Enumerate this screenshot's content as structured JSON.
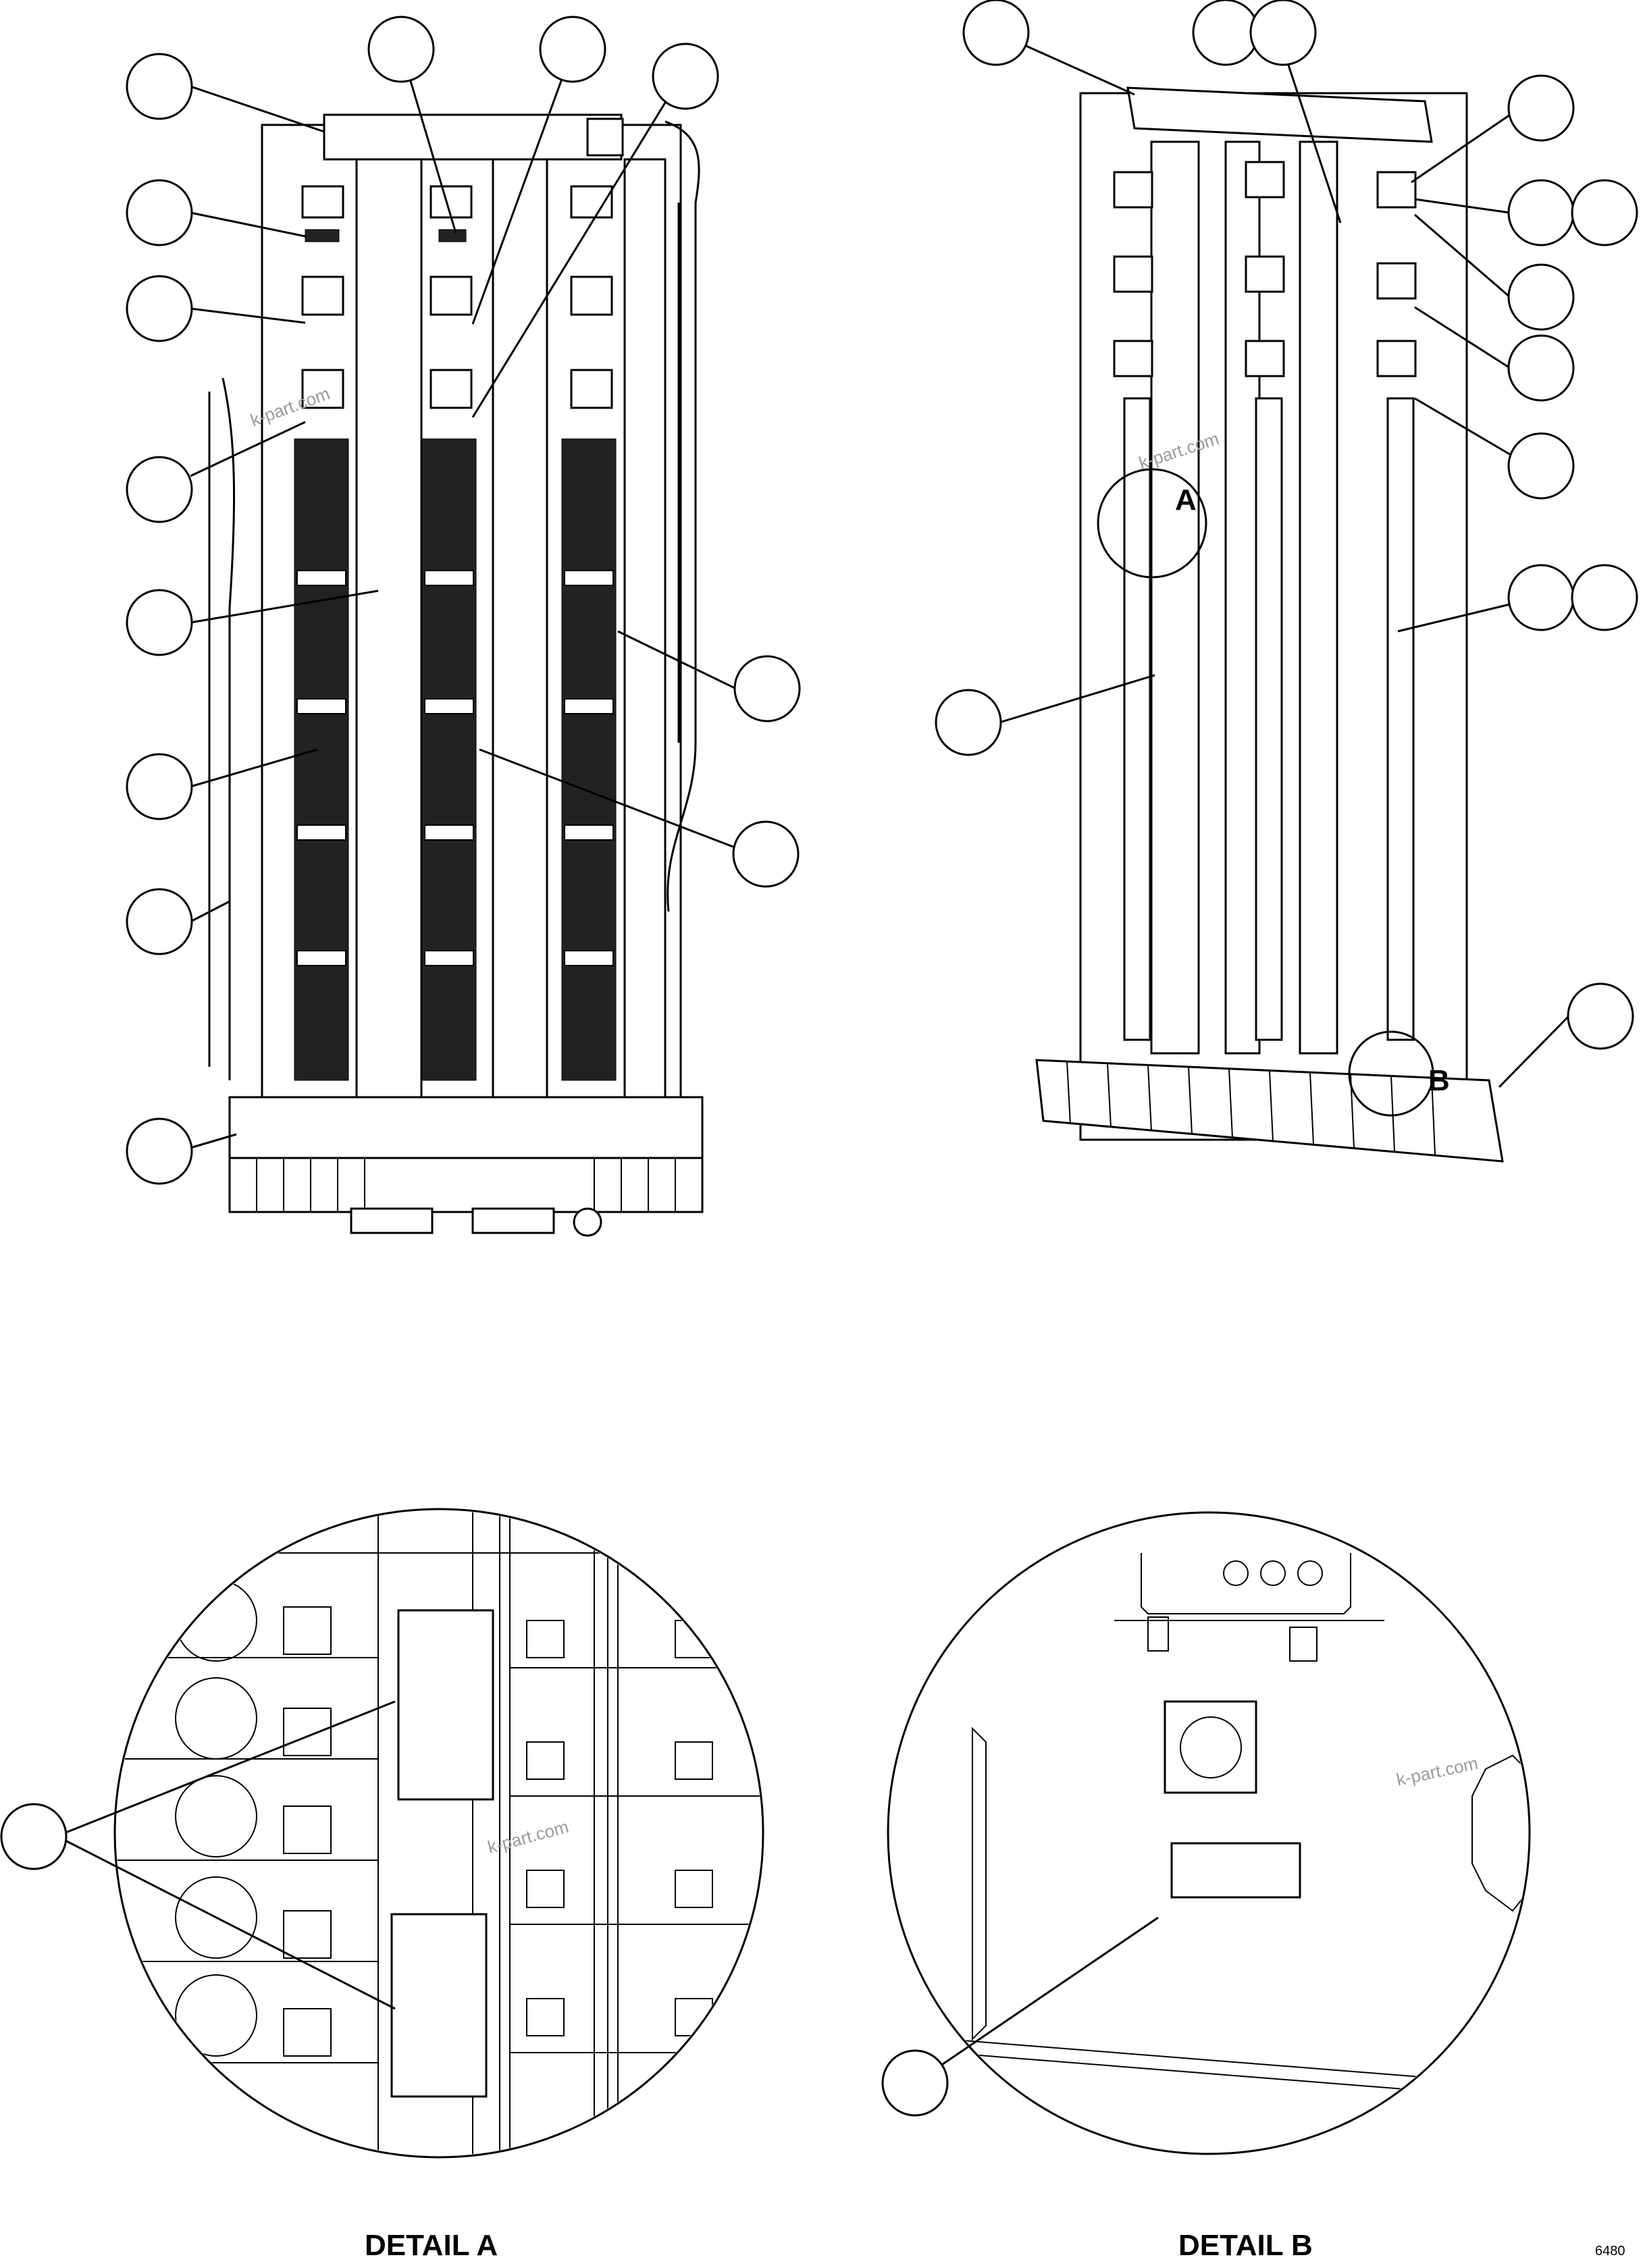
{
  "detail_a_caption": "DETAIL A",
  "detail_b_caption": "DETAIL B",
  "detail_a_marker": "A",
  "detail_b_marker": "B",
  "watermark": "k-part.com",
  "figure_code": "6480"
}
